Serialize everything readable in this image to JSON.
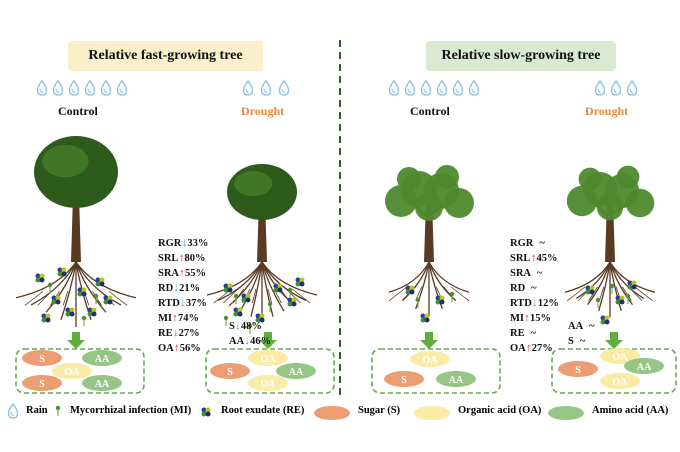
{
  "panels": {
    "fast": {
      "title": "Relative fast-growing tree",
      "color": "#fbf0c9"
    },
    "slow": {
      "title": "Relative slow-growing tree",
      "color": "#d8ead0"
    }
  },
  "labels": {
    "control": "Control",
    "drought": "Drought"
  },
  "fast_drought_indicators": [
    {
      "name": "RGR",
      "dir": "down",
      "value": "33%"
    },
    {
      "name": "SRL",
      "dir": "up",
      "value": "80%"
    },
    {
      "name": "SRA",
      "dir": "up",
      "value": "55%"
    },
    {
      "name": "RD",
      "dir": "down",
      "value": "21%"
    },
    {
      "name": "RTD",
      "dir": "down",
      "value": "37%"
    },
    {
      "name": "MI",
      "dir": "up",
      "value": "74%"
    },
    {
      "name": "RE",
      "dir": "down",
      "value": "27%"
    },
    {
      "name": "OA",
      "dir": "up",
      "value": "56%"
    }
  ],
  "fast_drought_side": [
    {
      "name": "S",
      "dir": "down",
      "value": "48%"
    },
    {
      "name": "AA",
      "dir": "down",
      "value": "46%"
    }
  ],
  "slow_drought_indicators": [
    {
      "name": "RGR",
      "dir": "none",
      "value": "~"
    },
    {
      "name": "SRL",
      "dir": "up",
      "value": "45%"
    },
    {
      "name": "SRA",
      "dir": "none",
      "value": "~"
    },
    {
      "name": "RD",
      "dir": "none",
      "value": "~"
    },
    {
      "name": "RTD",
      "dir": "down",
      "value": "12%"
    },
    {
      "name": "MI",
      "dir": "up",
      "value": "15%"
    },
    {
      "name": "RE",
      "dir": "none",
      "value": "~"
    },
    {
      "name": "OA",
      "dir": "up",
      "value": "27%"
    }
  ],
  "slow_drought_side": [
    {
      "name": "AA",
      "dir": "none",
      "value": "~"
    },
    {
      "name": "S",
      "dir": "none",
      "value": "~"
    }
  ],
  "exudate_labels": {
    "sugar": "S",
    "organic_acid": "OA",
    "amino_acid": "AA"
  },
  "legend": {
    "rain": "Rain",
    "mi": "Mycorrhizal infection (MI)",
    "re": "Root exudate (RE)",
    "sugar": "Sugar (S)",
    "oa": "Organic acid (OA)",
    "aa": "Amino acid (AA)"
  },
  "colors": {
    "sugar": "#ec9e72",
    "organic_acid": "#faeba5",
    "amino_acid": "#96c686",
    "rain": "#8ec3e6",
    "arrow_up": "#e0231b",
    "arrow_down": "#4a90c8",
    "box_dash": "#6aa84f",
    "divider": "#2e5f2e",
    "trunk": "#5a3a22",
    "crown_dark": "#2e5a1c",
    "crown_light": "#4d8a2d"
  }
}
